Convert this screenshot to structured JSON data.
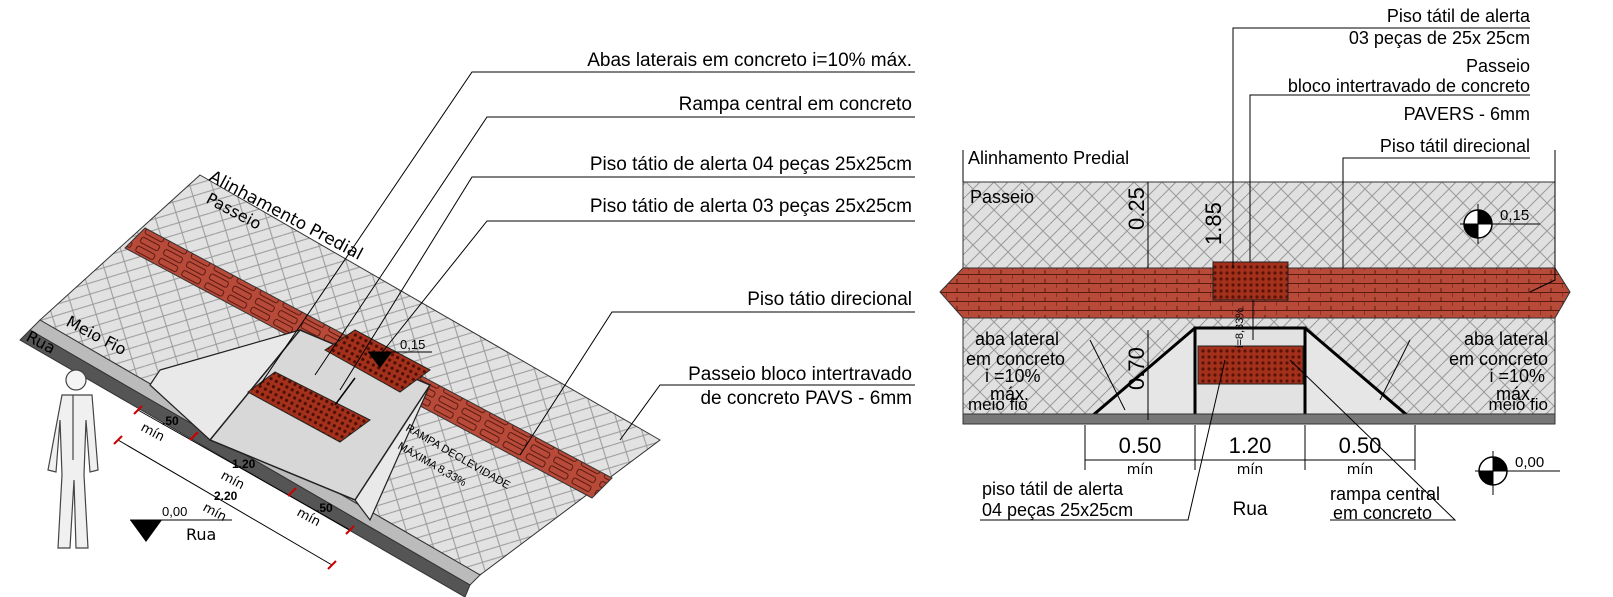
{
  "isometric": {
    "callouts": [
      "Abas laterais em concreto  i=10% máx.",
      "Rampa central em concreto",
      "Piso tátio de alerta 04 peças 25x25cm",
      "Piso tátio de alerta 03 peças 25x25cm",
      "Piso tátio direcional",
      "Passeio bloco intertravado",
      "de concreto PAVS - 6mm"
    ],
    "alinhamento": "Alinhamento  Predial",
    "passeio": "Passeio",
    "meio_fio": "Meio  Fio",
    "rua": "Rua",
    "rua_level_label": "Rua",
    "level_top": "0,15",
    "level_bottom": "0,00",
    "ramp_note_1": "RAMPA DECLEVIDADE",
    "ramp_note_2": "MÁXIMA 8,33%",
    "dims": {
      "d50a": ".50",
      "d120": "1.20",
      "d220": "2.20",
      "d50b": ".50",
      "min": "mín"
    }
  },
  "plan": {
    "top_labels": {
      "alerta_1": "Piso tátil de alerta",
      "alerta_2": "03 peças de 25x 25cm",
      "passeio_1": "Passeio",
      "passeio_2": "bloco intertravado de concreto",
      "passeio_3": "PAVERS - 6mm",
      "direcional": "Piso tátil direcional",
      "alinhamento": "Alinhamento Predial"
    },
    "passeio": "Passeio",
    "dim_025": "0.25",
    "dim_185": "1.85",
    "dim_070": "0.70",
    "slope": "i=8,33%",
    "level_top": "0,15",
    "level_bottom": "0,00",
    "aba_left": [
      "aba lateral",
      "em concreto",
      "i  =10%",
      "máx."
    ],
    "aba_right": [
      "aba lateral",
      "em concreto",
      "i  =10%",
      "máx."
    ],
    "meio_fio": "meio fio",
    "dims_bottom": [
      "0.50",
      "1.20",
      "0.50"
    ],
    "min": "mín",
    "rua": "Rua",
    "bottom_left": [
      "piso tátil de alerta",
      "04 peças 25x25cm"
    ],
    "bottom_right": [
      "rampa central",
      "em concreto"
    ]
  }
}
